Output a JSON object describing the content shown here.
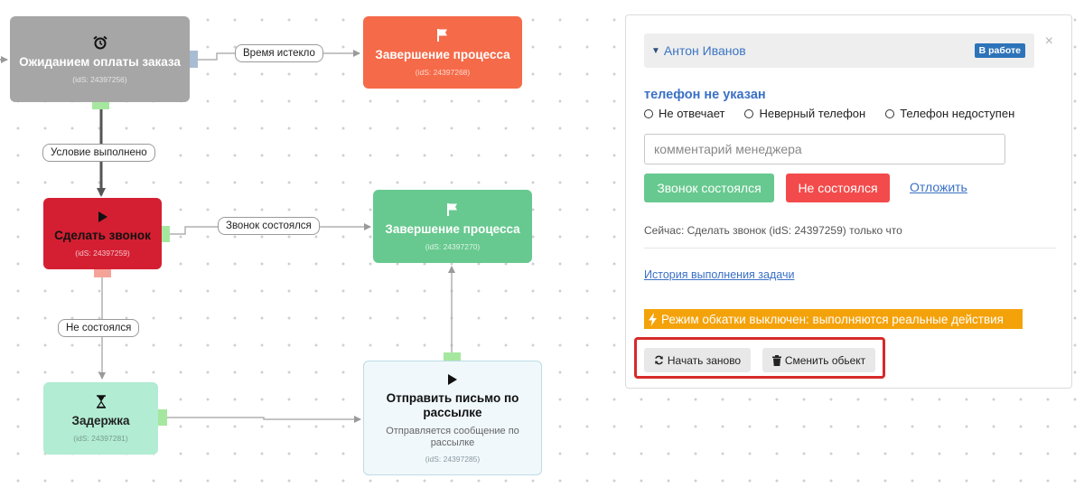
{
  "flow": {
    "nodes": {
      "wait_payment": {
        "title": "Ожиданием оплаты заказа",
        "ids": "(idS: 24397256)",
        "icon": "alarm-clock-icon"
      },
      "end_top": {
        "title": "Завершение процесса",
        "ids": "(idS: 24397268)",
        "icon": "flag-icon"
      },
      "call": {
        "title": "Сделать звонок",
        "ids": "(idS: 24397259)",
        "icon": "play-icon"
      },
      "end_mid": {
        "title": "Завершение процесса",
        "ids": "(idS: 24397270)",
        "icon": "flag-icon"
      },
      "delay": {
        "title": "Задержка",
        "ids": "(idS: 24397281)",
        "icon": "hourglass-icon"
      },
      "send_mail": {
        "title": "Отправить письмо по рассылке",
        "desc": "Отправляется сообщение по рассылке",
        "ids": "(idS: 24397285)",
        "icon": "play-icon"
      }
    },
    "edge_labels": {
      "time_expired": "Время истекло",
      "condition_met": "Условие выполнено",
      "call_ok": "Звонок состоялся",
      "call_failed": "Не состоялся"
    }
  },
  "panel": {
    "person_name": "Антон Иванов",
    "status_badge": "В работе",
    "close_symbol": "×",
    "phone_status": "телефон не указан",
    "radio_options": [
      "Не отвечает",
      "Неверный телефон",
      "Телефон недоступен"
    ],
    "comment_placeholder": "комментарий менеджера",
    "btn_success": "Звонок состоялся",
    "btn_failed": "Не состоялся",
    "link_postpone": "Отложить",
    "current_step": "Сейчас: Сделать звонок (idS: 24397259) только что",
    "history_link": "История выполнения задачи",
    "mode_notice": "Режим обкатки выключен: выполняются реальные действия",
    "btn_restart": "Начать заново",
    "btn_change_object": "Сменить обьект"
  },
  "colors": {
    "node_gray": "#a6a6a6",
    "node_orange": "#f56a49",
    "node_red": "#d41f32",
    "node_green": "#67c98f",
    "node_mint": "#b1ecd3",
    "node_light": "#f0f8fb",
    "link_blue": "#3a70c5",
    "badge_blue": "#2d73b9",
    "warning_orange": "#f4a20a",
    "highlight_red": "#d72a2a"
  }
}
